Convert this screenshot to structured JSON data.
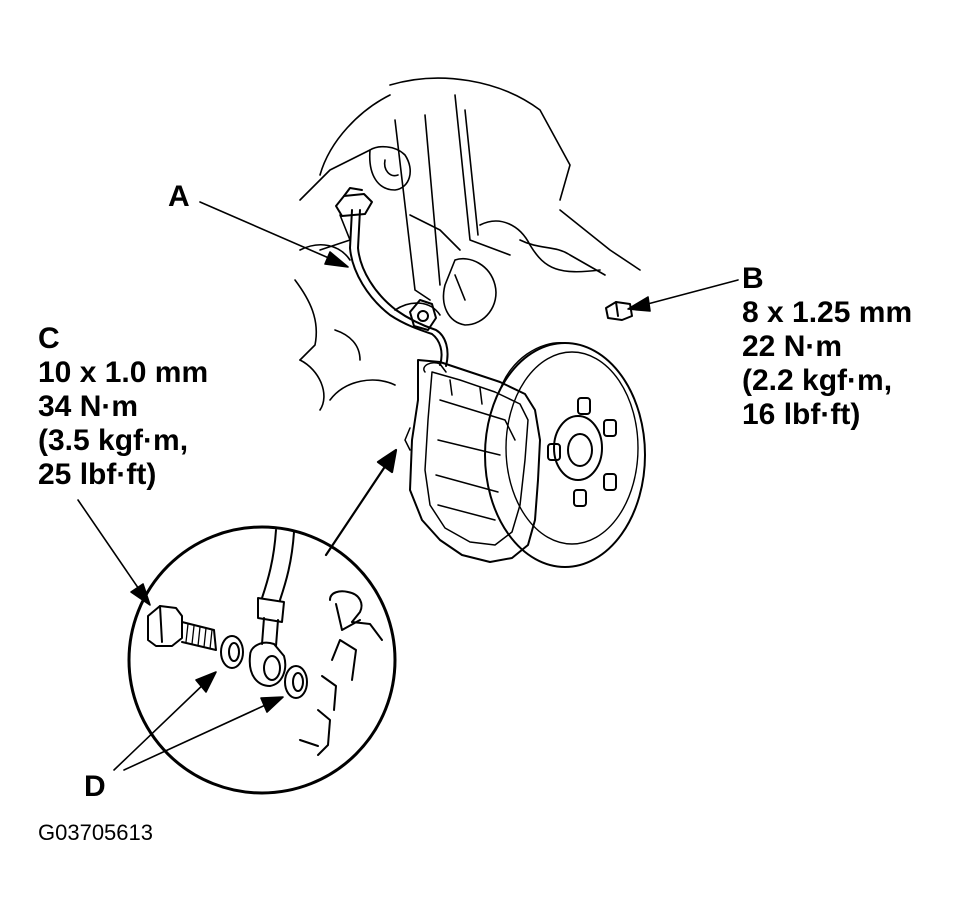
{
  "callouts": {
    "a": {
      "letter": "A"
    },
    "b": {
      "letter": "B",
      "spec": "8 x 1.25 mm",
      "torque_nm": "22 N·m",
      "torque_kgf": "(2.2 kgf·m,",
      "torque_lbf": "16 lbf·ft)"
    },
    "c": {
      "letter": "C",
      "spec": "10 x 1.0 mm",
      "torque_nm": "34 N·m",
      "torque_kgf": "(3.5 kgf·m,",
      "torque_lbf": "25 lbf·ft)"
    },
    "d": {
      "letter": "D"
    }
  },
  "figure_code": "G03705613"
}
